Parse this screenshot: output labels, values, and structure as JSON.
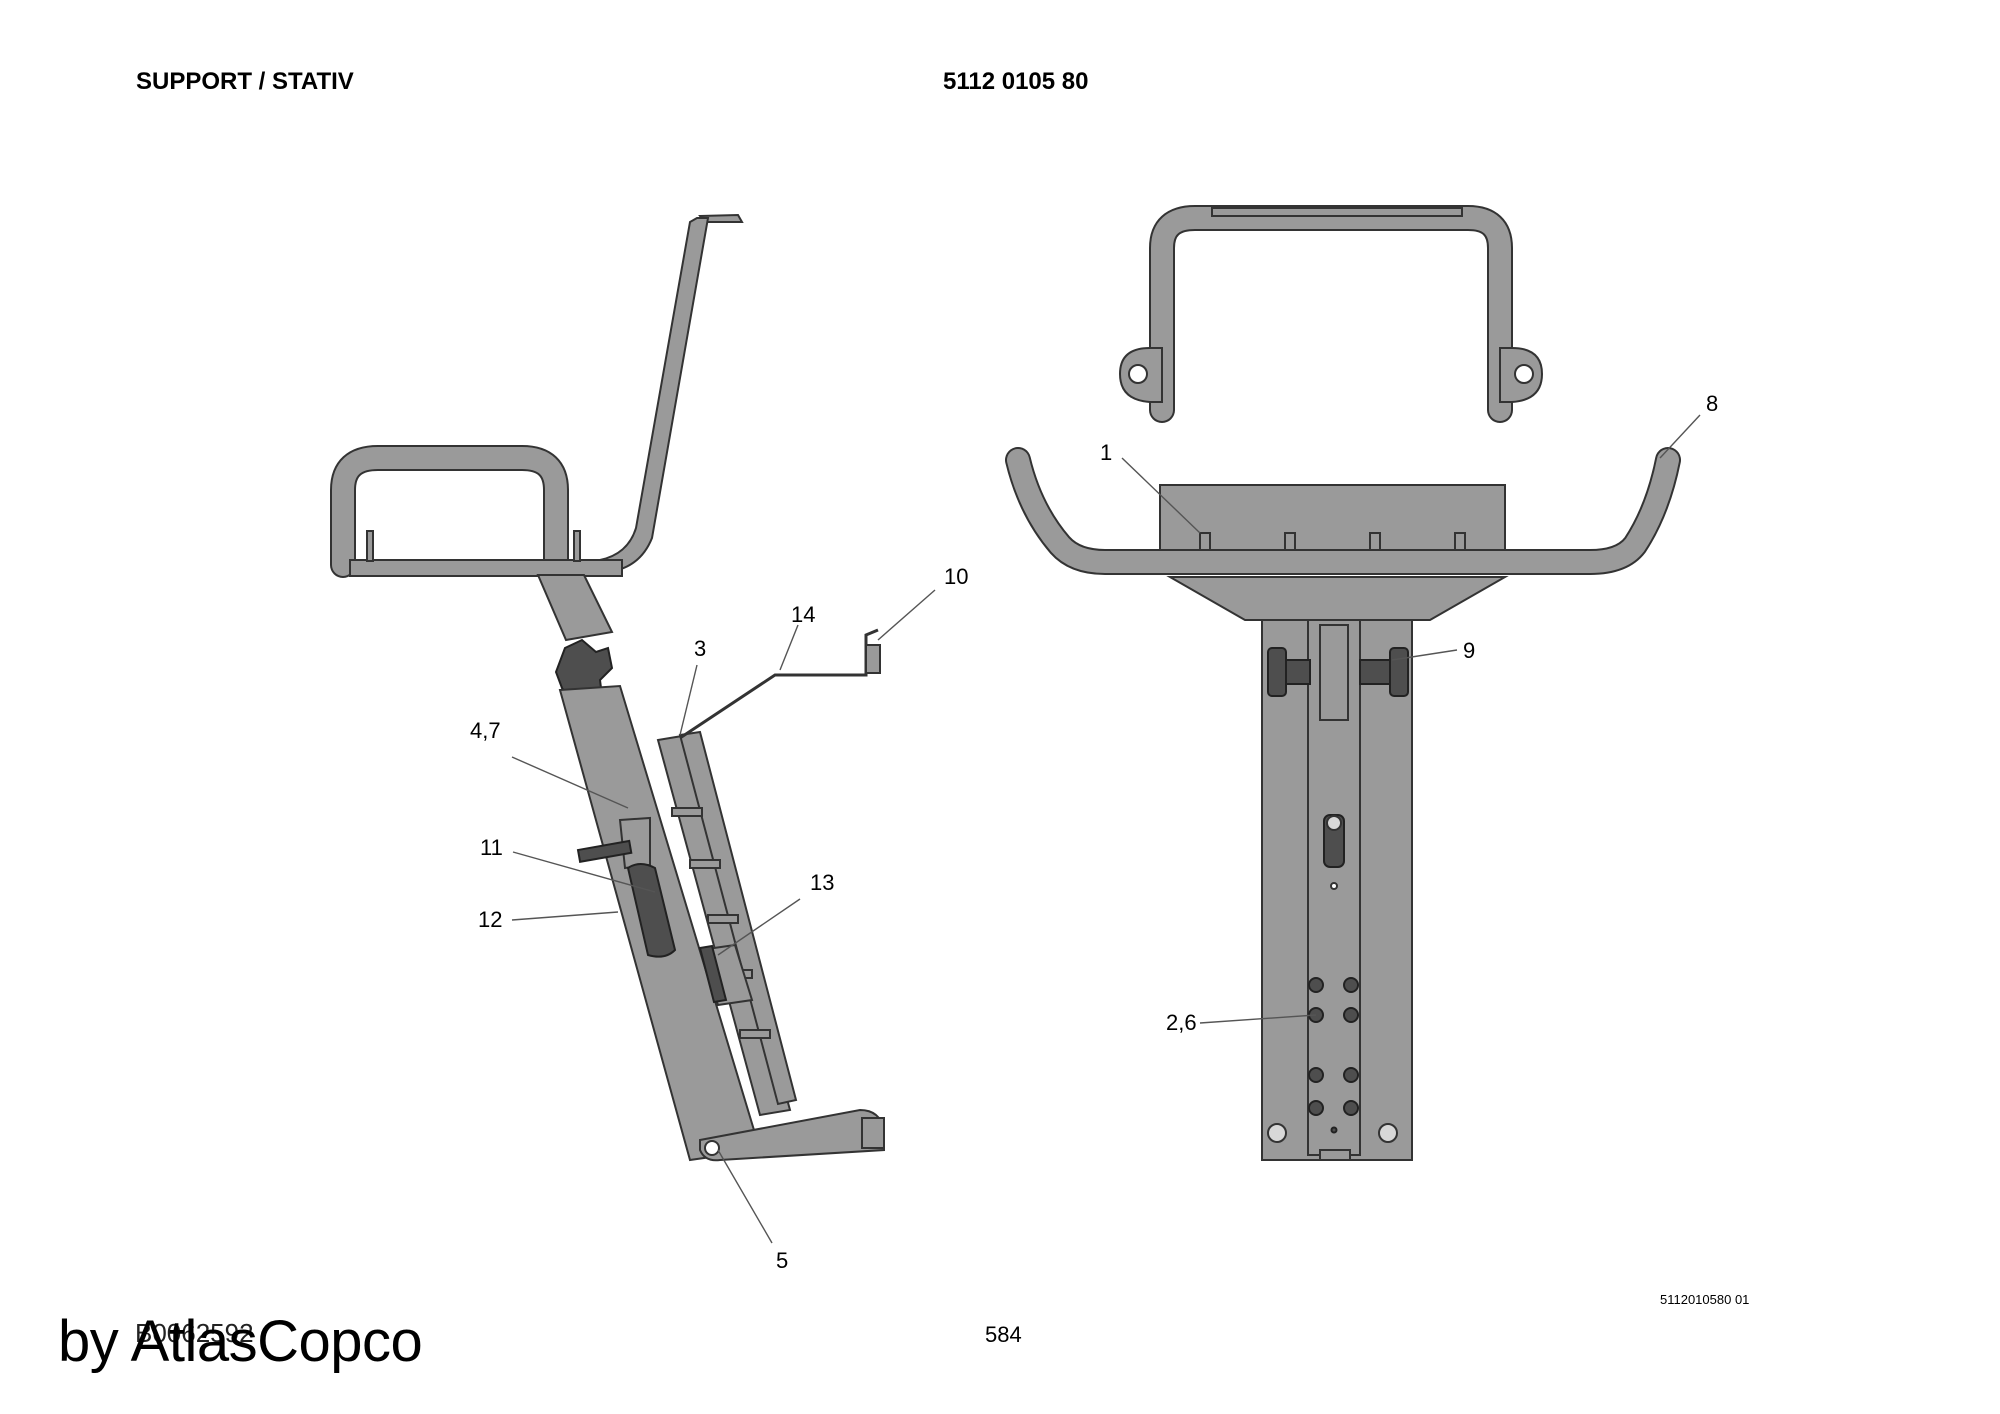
{
  "header": {
    "title": "SUPPORT / STATIV",
    "part_number": "5112 0105 80"
  },
  "callouts": {
    "c1": "1",
    "c2_6": "2,6",
    "c3": "3",
    "c4_7": "4,7",
    "c5": "5",
    "c8": "8",
    "c9": "9",
    "c10": "10",
    "c11": "11",
    "c12": "12",
    "c13": "13",
    "c14": "14"
  },
  "footer": {
    "doc_number": "5112010580 01",
    "page_number": "584",
    "figure_code": "B0062592",
    "watermark": "by AtlasCopco"
  },
  "colors": {
    "part_fill": "#9a9a9a",
    "part_dark": "#5a5a5a",
    "outline": "#333333",
    "leader": "#555555"
  }
}
